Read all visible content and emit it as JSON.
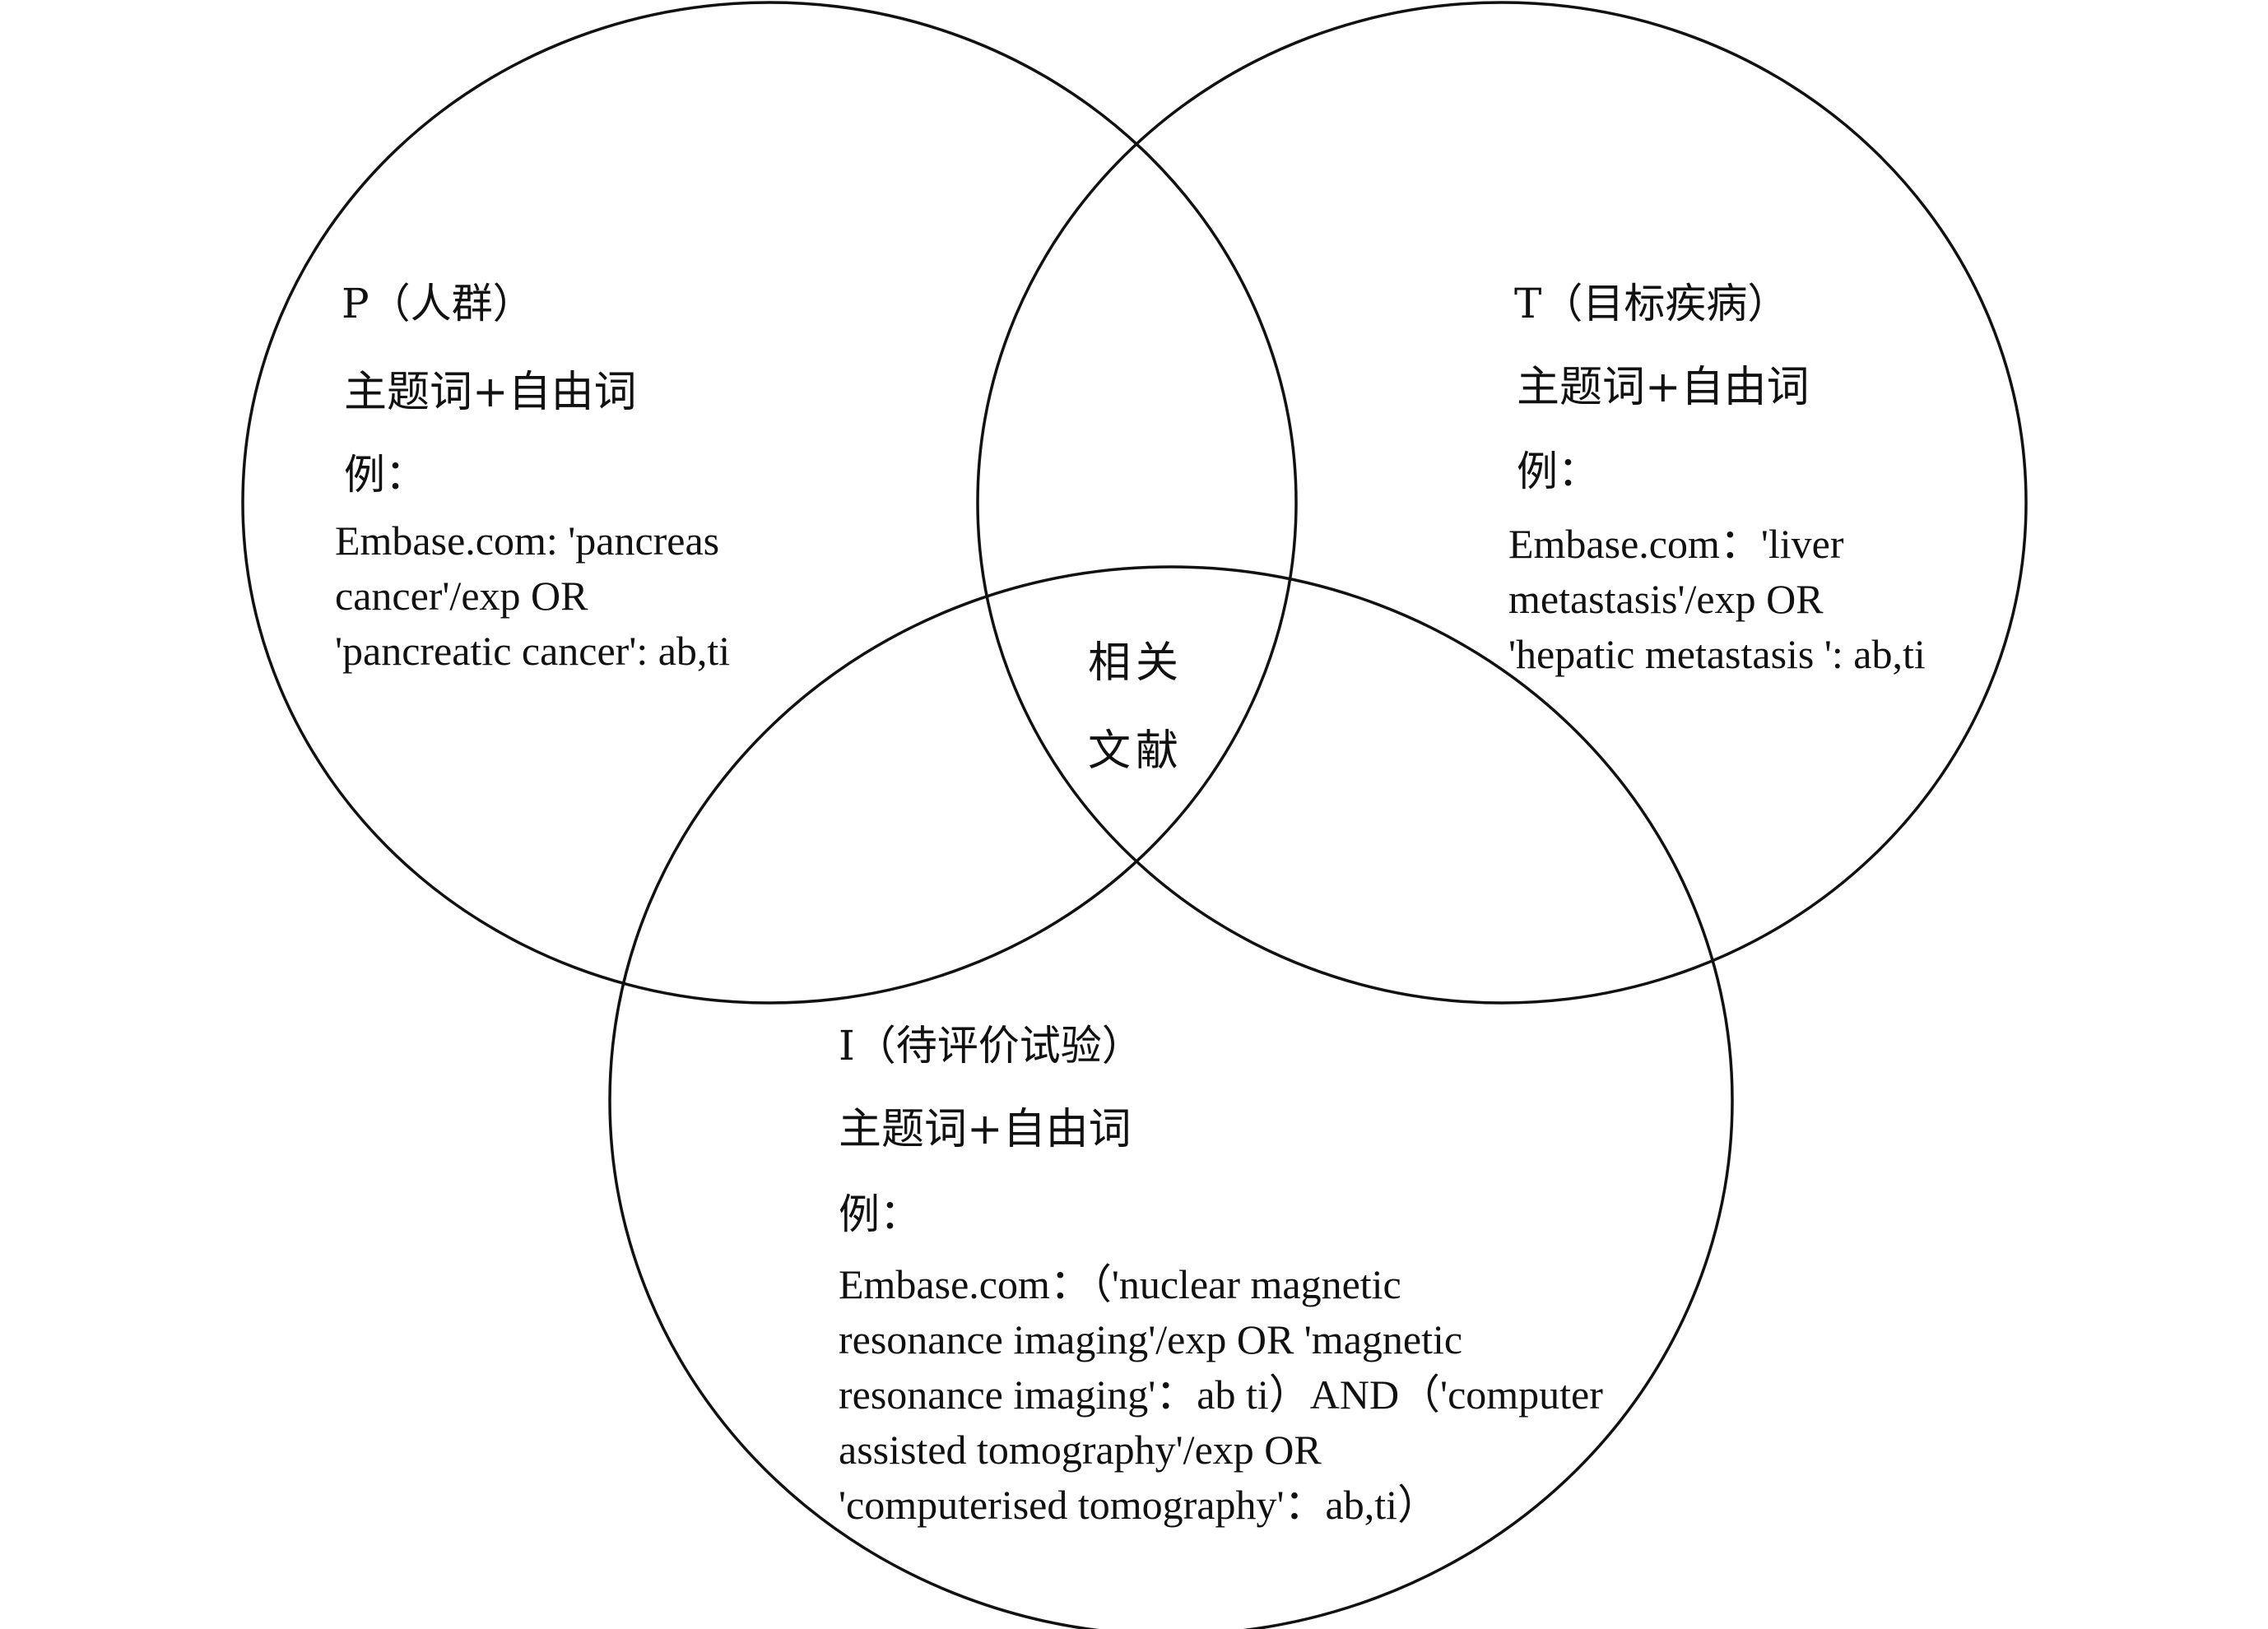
{
  "colors": {
    "stroke": "#111111",
    "background": "#ffffff",
    "text": "#111111"
  },
  "circles": {
    "p": {
      "title": "P（人群）",
      "subtitle": "主题词+自由词",
      "example_label": "例：",
      "query_lines": [
        "Embase.com: 'pancreas",
        "cancer'/exp OR",
        "'pancreatic cancer': ab,ti"
      ]
    },
    "t": {
      "title": "T（目标疾病）",
      "subtitle": "主题词+自由词",
      "example_label": "例：",
      "query_lines": [
        "Embase.com：'liver",
        "metastasis'/exp OR",
        "'hepatic metastasis ': ab,ti"
      ]
    },
    "i": {
      "title": "I（待评价试验）",
      "subtitle": "主题词+自由词",
      "example_label": "例：",
      "query_lines": [
        "Embase.com：（'nuclear magnetic",
        "resonance imaging'/exp OR 'magnetic",
        "resonance imaging'：ab ti）AND（'computer",
        "assisted tomography'/exp OR",
        "'computerised tomography'：ab,ti）"
      ]
    }
  },
  "intersection": {
    "line1": "相关",
    "line2": "文献"
  }
}
